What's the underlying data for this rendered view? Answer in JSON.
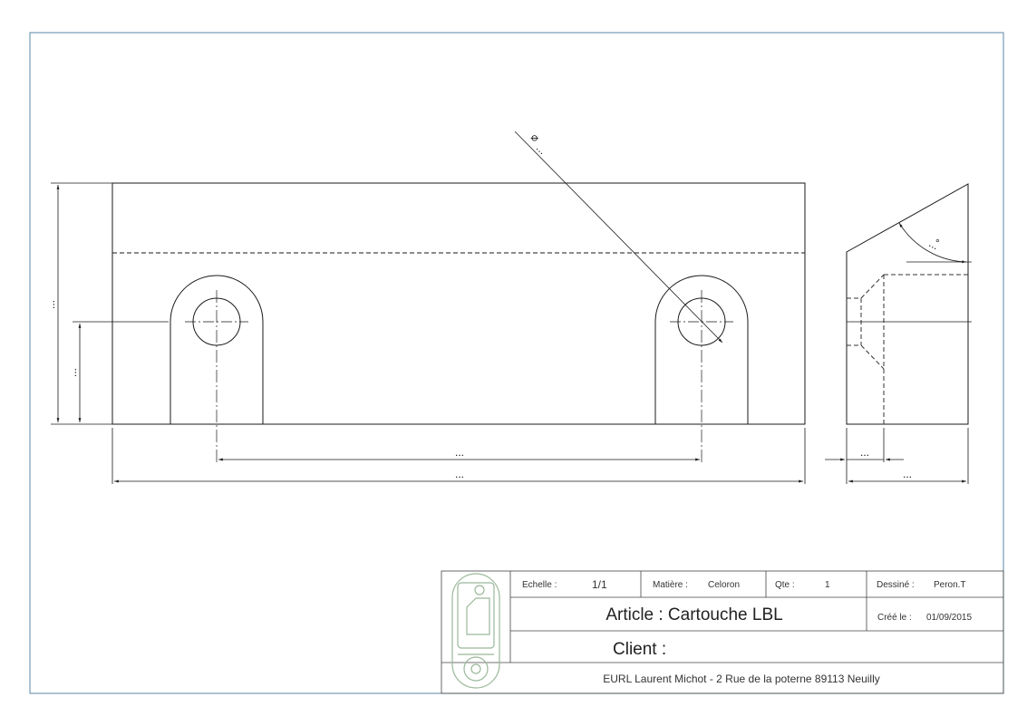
{
  "colors": {
    "frame": "#5a87a5",
    "line": "#1a1a1a",
    "hidden": "#333333",
    "logo": "#9ab89a"
  },
  "dimensions": {
    "height_overall": "...",
    "hole_height": "...",
    "hole_spacing": "...",
    "overall_width": "...",
    "hole_diameter_symbol": "⌀",
    "hole_diameter": "...",
    "angle": "...",
    "angle_unit": "°",
    "chamfer_depth": "...",
    "side_width": "..."
  },
  "title_block": {
    "scale_label": "Echelle :",
    "scale_value": "1/1",
    "material_label": "Matière :",
    "material_value": "Celoron",
    "qty_label": "Qte :",
    "qty_value": "1",
    "drawn_label": "Dessiné :",
    "drawn_value": "Peron.T",
    "created_label": "Créé le :",
    "created_value": "01/09/2015",
    "article": "Article : Cartouche LBL",
    "client": "Client :",
    "address": "EURL Laurent Michot - 2 Rue de la poterne 89113 Neuilly"
  }
}
